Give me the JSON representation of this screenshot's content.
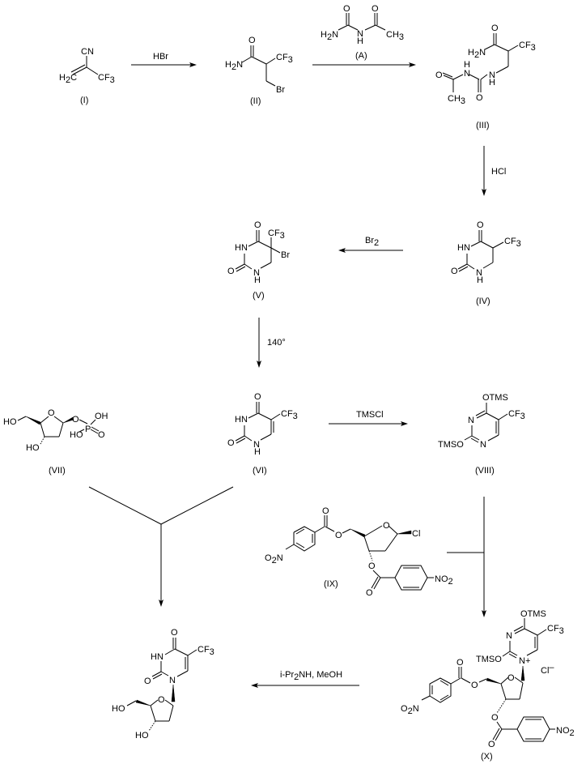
{
  "scheme": {
    "compounds": {
      "I": {
        "id": "(I)",
        "atoms": [
          "CN",
          "H2C",
          "CF3"
        ]
      },
      "II": {
        "id": "(II)",
        "atoms": [
          "O",
          "H2N",
          "CF3",
          "Br"
        ]
      },
      "A": {
        "id": "(A)",
        "atoms": [
          "O",
          "O",
          "H2N",
          "N",
          "H",
          "CH3"
        ]
      },
      "III": {
        "id": "(III)",
        "atoms": [
          "O",
          "H2N",
          "CF3",
          "H",
          "N",
          "O",
          "N",
          "H",
          "CH3",
          "O"
        ]
      },
      "IV": {
        "id": "(IV)",
        "atoms": [
          "O",
          "CF3",
          "HN",
          "O",
          "N",
          "H"
        ]
      },
      "V": {
        "id": "(V)",
        "atoms": [
          "O",
          "CF3",
          "HN",
          "Br",
          "O",
          "N",
          "H"
        ]
      },
      "VI": {
        "id": "(VI)",
        "atoms": [
          "O",
          "CF3",
          "HN",
          "O",
          "N",
          "H"
        ]
      },
      "VII": {
        "id": "(VII)",
        "atoms": [
          "HO",
          "O",
          "O",
          "P",
          "OH",
          "HO",
          "O",
          "HO"
        ]
      },
      "VIII": {
        "id": "(VIII)",
        "atoms": [
          "OTMS",
          "N",
          "CF3",
          "TMSO",
          "N"
        ]
      },
      "IX": {
        "id": "(IX)",
        "atoms": [
          "O",
          "O",
          "O",
          "Cl",
          "O2N",
          "O",
          "O",
          "NO2"
        ]
      },
      "X": {
        "id": "(X)",
        "atoms": [
          "OTMS",
          "N",
          "CF3",
          "TMSO",
          "N+",
          "Cl-",
          "O",
          "O",
          "O",
          "O2N",
          "O",
          "O",
          "NO2"
        ]
      },
      "product": {
        "id": "",
        "atoms": [
          "O",
          "HN",
          "CF3",
          "O",
          "N",
          "HO",
          "O",
          "HO"
        ]
      }
    },
    "reagents": {
      "step1": "HBr",
      "step2": "(A)",
      "step3": "HCl",
      "step4": "Br2",
      "step5": "140°",
      "step6": "TMSCl",
      "step7": "i-Pr2NH, MeOH"
    },
    "colors": {
      "ink": "#000000",
      "background": "#ffffff"
    }
  }
}
